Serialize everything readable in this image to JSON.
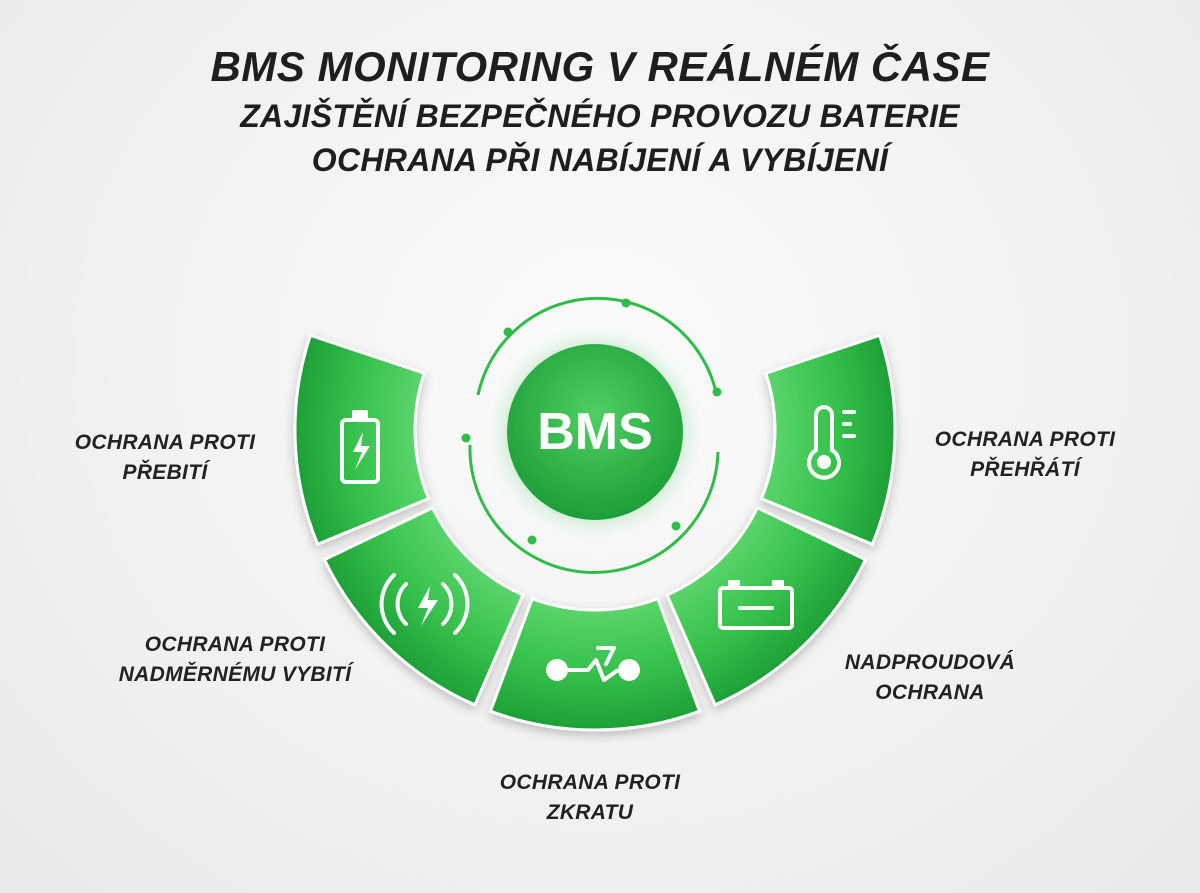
{
  "header": {
    "title": "BMS MONITORING V REÁLNÉM ČASE",
    "subtitle_1": "ZAJIŠTĚNÍ BEZPEČNÉHO PROVOZU BATERIE",
    "subtitle_2": "OCHRANA PŘI NABÍJENÍ A VYBÍJENÍ"
  },
  "hub": {
    "label": "BMS"
  },
  "colors": {
    "segment_light": "#6fe07c",
    "segment_mid": "#37c24d",
    "segment_dark": "#15952f",
    "hub": "#2ab246",
    "ring": "#2fbd47",
    "icon": "#ffffff"
  },
  "segments": [
    {
      "icon": "battery-charging-icon",
      "line1": "OCHRANA PROTI",
      "line2": "PŘEBITÍ"
    },
    {
      "icon": "wireless-bolt-icon",
      "line1": "OCHRANA PROTI",
      "line2": "NADMĚRNÉMU VYBITÍ"
    },
    {
      "icon": "short-circuit-icon",
      "line1": "OCHRANA PROTI",
      "line2": "ZKRATU"
    },
    {
      "icon": "car-battery-icon",
      "line1": "NADPROUDOVÁ",
      "line2": "OCHRANA"
    },
    {
      "icon": "thermometer-icon",
      "line1": "OCHRANA PROTI",
      "line2": "PŘEHŘÁTÍ"
    }
  ]
}
